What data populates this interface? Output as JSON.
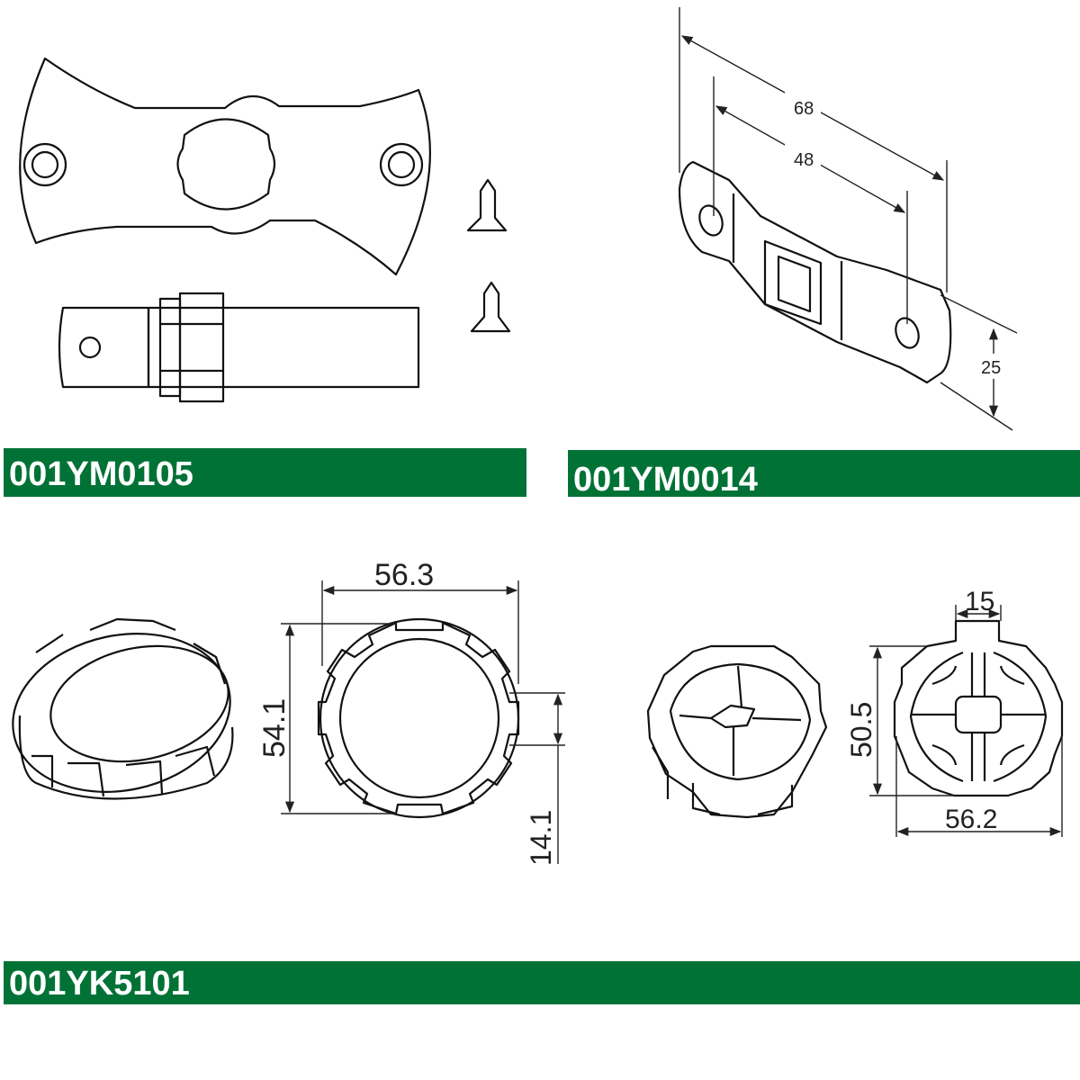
{
  "labels": {
    "part_a": "001YM0105",
    "part_b": "001YM0014",
    "part_c": "001YK5101"
  },
  "dimensions": {
    "b_length_outer": "68",
    "b_length_inner": "48",
    "b_width": "25",
    "c_ring_width": "56.3",
    "c_ring_height": "54.1",
    "c_ring_notch": "14.1",
    "c_adapter_slot": "15",
    "c_adapter_height": "50.5",
    "c_adapter_width": "56.2"
  },
  "colors": {
    "label_bar": "#007236",
    "label_text": "#ffffff",
    "line": "#111111"
  }
}
